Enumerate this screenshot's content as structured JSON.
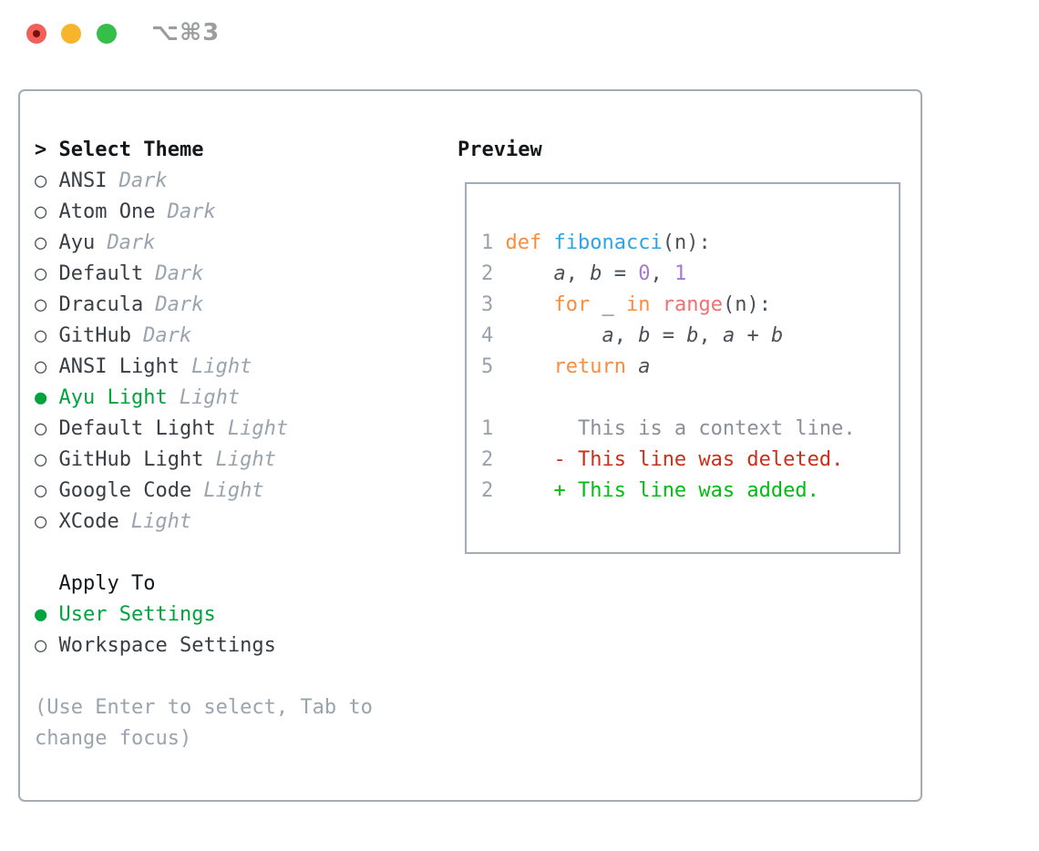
{
  "titlebar": {
    "title": "⌥⌘3",
    "buttons": [
      "close",
      "minimize",
      "zoom"
    ]
  },
  "markers": {
    "header": "> ",
    "selected": "● ",
    "unselected": "○ ",
    "apply_indent": "  "
  },
  "theme_picker": {
    "header": "Select Theme",
    "items": [
      {
        "name": "ANSI",
        "tag": "Dark",
        "selected": false
      },
      {
        "name": "Atom One",
        "tag": "Dark",
        "selected": false
      },
      {
        "name": "Ayu",
        "tag": "Dark",
        "selected": false
      },
      {
        "name": "Default",
        "tag": "Dark",
        "selected": false
      },
      {
        "name": "Dracula",
        "tag": "Dark",
        "selected": false
      },
      {
        "name": "GitHub",
        "tag": "Dark",
        "selected": false
      },
      {
        "name": "ANSI Light",
        "tag": "Light",
        "selected": false
      },
      {
        "name": "Ayu Light",
        "tag": "Light",
        "selected": true
      },
      {
        "name": "Default Light",
        "tag": "Light",
        "selected": false
      },
      {
        "name": "GitHub Light",
        "tag": "Light",
        "selected": false
      },
      {
        "name": "Google Code",
        "tag": "Light",
        "selected": false
      },
      {
        "name": "XCode",
        "tag": "Light",
        "selected": false
      }
    ],
    "apply_to": {
      "header": "Apply To",
      "options": [
        {
          "name": "User Settings",
          "selected": true
        },
        {
          "name": "Workspace Settings",
          "selected": false
        }
      ]
    },
    "hint_lines": [
      "(Use Enter to select, Tab to",
      "change focus)"
    ]
  },
  "preview": {
    "header": "Preview",
    "lines": [
      [
        [
          "1",
          "ln"
        ],
        [
          " ",
          "fg"
        ],
        [
          "def",
          "kw"
        ],
        [
          " ",
          "fg"
        ],
        [
          "fibonacci",
          "fn"
        ],
        [
          "(n):",
          "fg"
        ]
      ],
      [
        [
          "2",
          "ln"
        ],
        [
          "     ",
          "fg"
        ],
        [
          "a",
          "var"
        ],
        [
          ", ",
          "fg"
        ],
        [
          "b",
          "var"
        ],
        [
          " = ",
          "fg"
        ],
        [
          "0",
          "const"
        ],
        [
          ", ",
          "fg"
        ],
        [
          "1",
          "const"
        ]
      ],
      [
        [
          "3",
          "ln"
        ],
        [
          "     ",
          "fg"
        ],
        [
          "for",
          "kw"
        ],
        [
          " ",
          "fg"
        ],
        [
          "_",
          "fg"
        ],
        [
          " ",
          "fg"
        ],
        [
          "in",
          "kw"
        ],
        [
          " ",
          "fg"
        ],
        [
          "range",
          "call"
        ],
        [
          "(n):",
          "fg"
        ]
      ],
      [
        [
          "4",
          "ln"
        ],
        [
          "         ",
          "fg"
        ],
        [
          "a",
          "var"
        ],
        [
          ", ",
          "fg"
        ],
        [
          "b",
          "var"
        ],
        [
          " = ",
          "fg"
        ],
        [
          "b",
          "var"
        ],
        [
          ", ",
          "fg"
        ],
        [
          "a",
          "var"
        ],
        [
          " + ",
          "fg"
        ],
        [
          "b",
          "var"
        ]
      ],
      [
        [
          "5",
          "ln"
        ],
        [
          "     ",
          "fg"
        ],
        [
          "return",
          "kw"
        ],
        [
          " ",
          "fg"
        ],
        [
          "a",
          "var"
        ]
      ],
      [],
      [
        [
          "1",
          "ln"
        ],
        [
          "       ",
          "fg"
        ],
        [
          "This is a context line.",
          "ctx"
        ]
      ],
      [
        [
          "2",
          "ln"
        ],
        [
          "     ",
          "fg"
        ],
        [
          "- This line was deleted.",
          "del"
        ]
      ],
      [
        [
          "2",
          "ln"
        ],
        [
          "     ",
          "fg"
        ],
        [
          "+ This line was added.",
          "add"
        ]
      ]
    ]
  },
  "colors": {
    "header_text": "#14171a",
    "item_name": "#383e45",
    "marker": "#4a5057",
    "tag_muted": "#9aa4ae",
    "hint_muted": "#9aa4ae",
    "ui_green": "#00a33e",
    "panel_border": "#a3abb4",
    "titlebar_text": "#9b9da0",
    "traffic_red": "#f1615a",
    "traffic_red_dot": "#7a0f08",
    "traffic_yellow": "#f7b52c",
    "traffic_green": "#35bf4a",
    "code_fg": "#4a5158",
    "code_ln": "#99a3ad",
    "code_kw": "#fa8d3e",
    "code_fn": "#2da3e8",
    "code_const": "#a37acc",
    "code_call": "#f07171",
    "code_ctx": "#8a9099",
    "code_del": "#cd2d19",
    "code_add": "#00bd13"
  }
}
